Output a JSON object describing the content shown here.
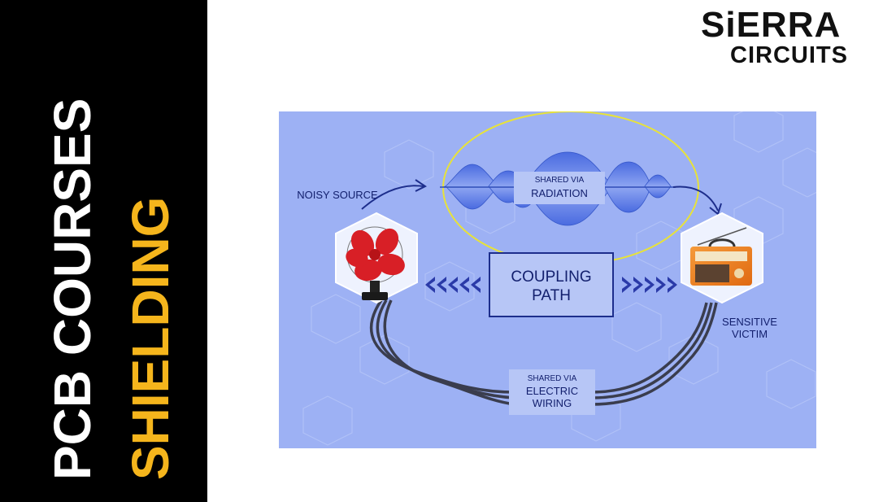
{
  "sidebar": {
    "title_line1": "PCB COURSES",
    "title_line2": "SHIELDING",
    "title1_color": "#ffffff",
    "title2_color": "#f5b51c"
  },
  "logo": {
    "line1": "SiERRA",
    "line2": "CIRCUITS"
  },
  "diagram": {
    "noisy_source": "NOISY SOURCE",
    "sensitive_victim": "SENSITIVE VICTIM",
    "radiation": {
      "small": "SHARED VIA",
      "large": "RADIATION"
    },
    "coupling": "COUPLING PATH",
    "wiring": {
      "small": "SHARED VIA",
      "large": "ELECTRIC WIRING"
    },
    "colors": {
      "background": "#9db1f4",
      "box": "#b7c6f6",
      "text": "#13206e",
      "wave": "#3d5ed6",
      "highlight_ellipse": "#e7e23a",
      "fan": "#d81f26",
      "radio": "#f07f1e"
    },
    "icons": [
      "fan-icon",
      "radio-icon"
    ]
  }
}
